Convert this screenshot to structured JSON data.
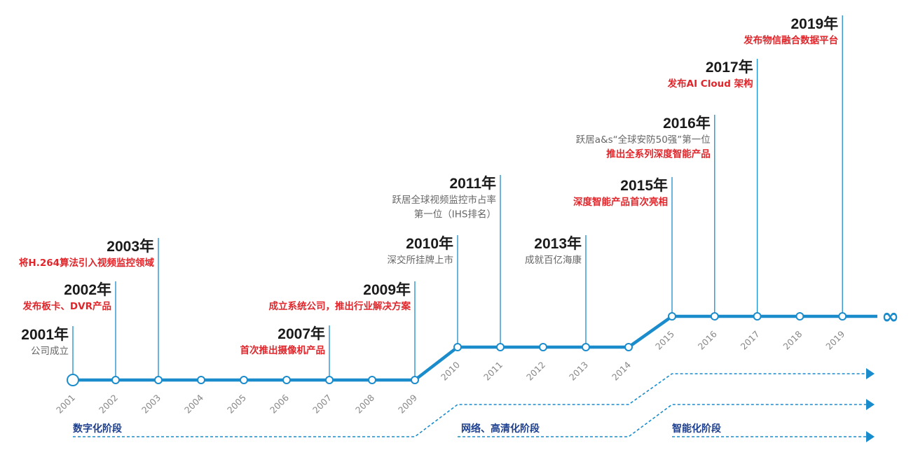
{
  "colors": {
    "line": "#1b8ccb",
    "red": "#e0262b",
    "gray": "#666666",
    "phase": "#1d3f8f"
  },
  "years": [
    "2001",
    "2002",
    "2003",
    "2004",
    "2005",
    "2006",
    "2007",
    "2008",
    "2009",
    "2010",
    "2011",
    "2012",
    "2013",
    "2014",
    "2015",
    "2016",
    "2017",
    "2018",
    "2019"
  ],
  "infinity_symbol": "∞",
  "events": [
    {
      "year": "2001",
      "title": "2001年",
      "lines": [
        {
          "text": "公司成立",
          "style": "gray"
        }
      ]
    },
    {
      "year": "2002",
      "title": "2002年",
      "lines": [
        {
          "text": "发布板卡、DVR产品",
          "style": "red"
        }
      ]
    },
    {
      "year": "2003",
      "title": "2003年",
      "lines": [
        {
          "text": "将H.264算法引入视频监控领域",
          "style": "red"
        }
      ]
    },
    {
      "year": "2007",
      "title": "2007年",
      "lines": [
        {
          "text": "首次推出摄像机产品",
          "style": "red"
        }
      ]
    },
    {
      "year": "2009",
      "title": "2009年",
      "lines": [
        {
          "text": "成立系统公司，推出行业解决方案",
          "style": "red"
        }
      ]
    },
    {
      "year": "2010",
      "title": "2010年",
      "lines": [
        {
          "text": "深交所挂牌上市",
          "style": "gray"
        }
      ]
    },
    {
      "year": "2011",
      "title": "2011年",
      "lines": [
        {
          "text": "跃居全球视频监控市占率",
          "style": "gray"
        },
        {
          "text": "第一位（IHS排名）",
          "style": "gray"
        }
      ]
    },
    {
      "year": "2013",
      "title": "2013年",
      "lines": [
        {
          "text": "成就百亿海康",
          "style": "gray"
        }
      ]
    },
    {
      "year": "2015",
      "title": "2015年",
      "lines": [
        {
          "text": "深度智能产品首次亮相",
          "style": "red"
        }
      ]
    },
    {
      "year": "2016",
      "title": "2016年",
      "lines": [
        {
          "text": "跃居a&s“全球安防50强”第一位",
          "style": "gray"
        },
        {
          "text": "推出全系列深度智能产品",
          "style": "red"
        }
      ]
    },
    {
      "year": "2017",
      "title": "2017年",
      "lines": [
        {
          "text": "发布AI Cloud 架构",
          "style": "red"
        }
      ]
    },
    {
      "year": "2019",
      "title": "2019年",
      "lines": [
        {
          "text": "发布物信融合数据平台",
          "style": "red"
        }
      ]
    }
  ],
  "phases": [
    {
      "label": "数字化阶段"
    },
    {
      "label": "网络、高清化阶段"
    },
    {
      "label": "智能化阶段"
    }
  ]
}
